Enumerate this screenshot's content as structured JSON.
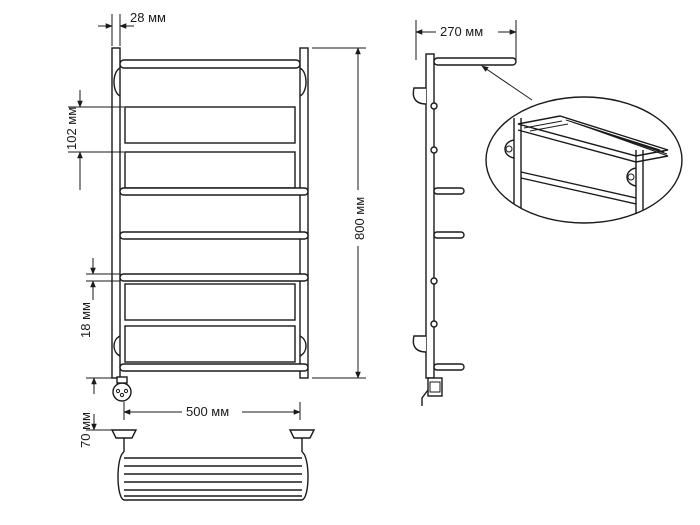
{
  "dimensions": {
    "bar_spacing": "28 мм",
    "gap": "102 мм",
    "height": "800 мм",
    "depth": "270 мм",
    "bar_diameter": "18 мм",
    "width": "500 мм",
    "shelf_offset": "70 мм"
  }
}
